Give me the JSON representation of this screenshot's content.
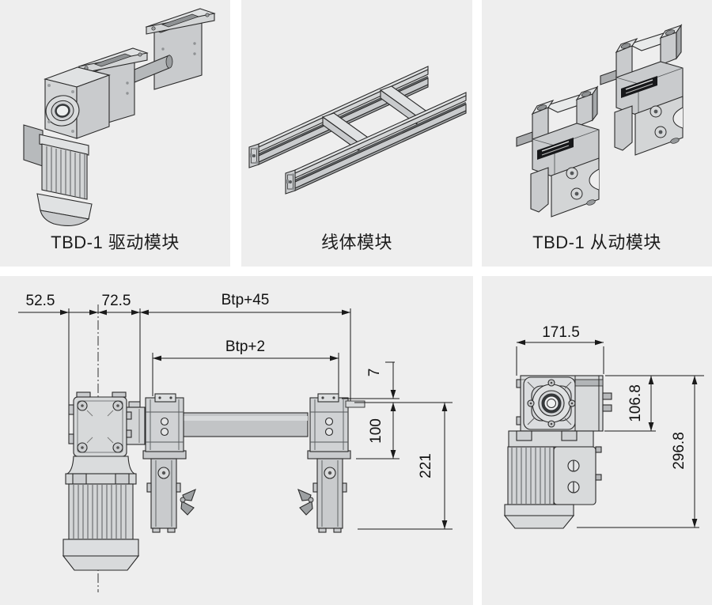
{
  "colors": {
    "page_background": "#ffffff",
    "panel_background": "#eeeeee",
    "part_line": "#2a2a2a",
    "dimension_line": "#1a1a1a",
    "part_light": "#e0e2e3",
    "part_mid": "#c9cbcd",
    "part_dark": "#a5a8aa",
    "nameplate": "#17181a"
  },
  "top_row": {
    "drive_module_caption": "TBD-1 驱动模块",
    "line_module_caption": "线体模块",
    "driven_module_caption": "TBD-1 从动模块"
  },
  "front_view": {
    "dim_left_offset": "52.5",
    "dim_center_offset": "72.5",
    "dim_overall_width": "Btp+45",
    "dim_inner_width": "Btp+2",
    "dim_clamp_step": "7",
    "dim_block_height": "100",
    "dim_overall_height": "221"
  },
  "side_view": {
    "dim_width": "171.5",
    "dim_gearbox_height": "106.8",
    "dim_overall_height": "296.8"
  }
}
